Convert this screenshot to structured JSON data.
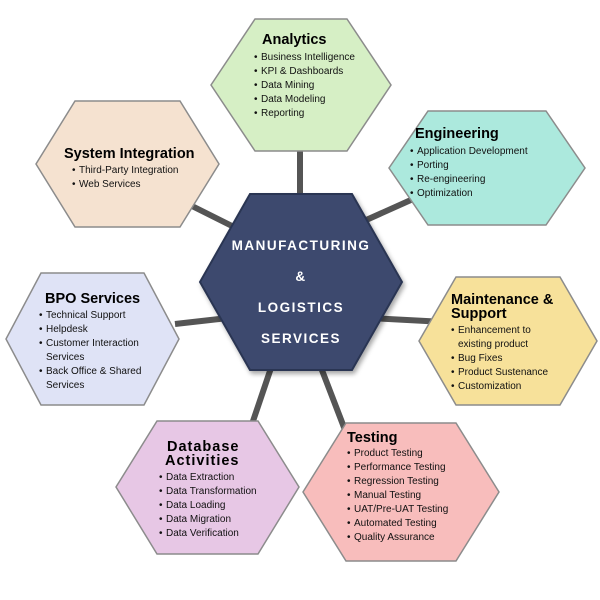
{
  "colors": {
    "connector": "#555555",
    "hex_border": "#8c8c8c",
    "center_fill": "#3c4a6e",
    "center_border": "#2a3552",
    "analytics": "#d6efc5",
    "engineering": "#ace9dd",
    "maintenance": "#f7e19a",
    "testing": "#f8bdbc",
    "database": "#e7c7e5",
    "bpo": "#dfe3f6",
    "system_integration": "#f5e2d0"
  },
  "center": {
    "line1": "MANUFACTURING",
    "line2": "&",
    "line3": "LOGISTICS",
    "line4": "SERVICES"
  },
  "analytics": {
    "title": "Analytics",
    "items": [
      "Business Intelligence",
      "KPI & Dashboards",
      "Data Mining",
      "Data Modeling",
      "Reporting"
    ]
  },
  "engineering": {
    "title": "Engineering",
    "items": [
      "Application Development",
      "Porting",
      "Re-engineering",
      "Optimization"
    ]
  },
  "maintenance": {
    "title_line1": "Maintenance &",
    "title_line2": "Support",
    "items": [
      "Enhancement to existing product",
      "Bug Fixes",
      "Product Sustenance",
      "Customization"
    ]
  },
  "testing": {
    "title": "Testing",
    "items": [
      "Product Testing",
      "Performance Testing",
      "Regression Testing",
      "Manual Testing",
      "UAT/Pre-UAT Testing",
      "Automated Testing",
      "Quality Assurance"
    ]
  },
  "database": {
    "title_line1": "Database",
    "title_line2": "Activities",
    "items": [
      "Data Extraction",
      "Data Transformation",
      "Data Loading",
      "Data Migration",
      "Data Verification"
    ]
  },
  "bpo": {
    "title": "BPO Services",
    "items": [
      "Technical Support",
      "Helpdesk",
      "Customer Interaction Services",
      "Back Office & Shared Services"
    ]
  },
  "system_integration": {
    "title": "System Integration",
    "items": [
      "Third-Party Integration",
      "Web Services"
    ]
  }
}
